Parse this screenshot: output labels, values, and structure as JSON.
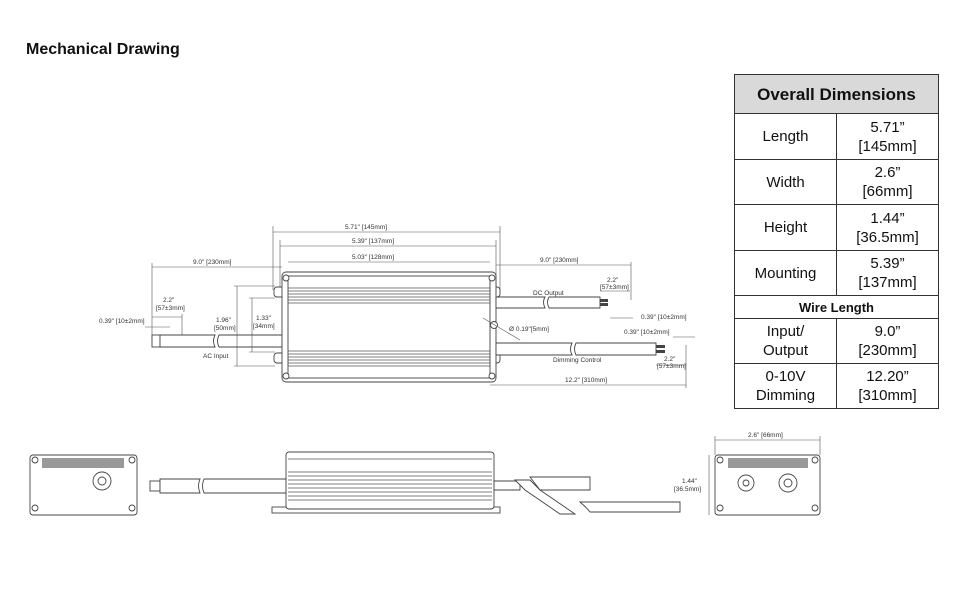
{
  "title": "Mechanical Drawing",
  "table": {
    "header": "Overall Dimensions",
    "rows": [
      {
        "label": "Length",
        "value_in": "5.71”",
        "value_mm": "[145mm]"
      },
      {
        "label": "Width",
        "value_in": "2.6”",
        "value_mm": "[66mm]"
      },
      {
        "label": "Height",
        "value_in": "1.44”",
        "value_mm": "[36.5mm]"
      },
      {
        "label": "Mounting",
        "value_in": "5.39”",
        "value_mm": "[137mm]"
      }
    ],
    "subheader": "Wire Length",
    "wire_rows": [
      {
        "label1": "Input/",
        "label2": "Output",
        "value_in": "9.0”",
        "value_mm": "[230mm]"
      },
      {
        "label1": "0-10V",
        "label2": "Dimming",
        "value_in": "12.20”",
        "value_mm": "[310mm]"
      }
    ]
  },
  "drawing": {
    "overall_length": "5.71\" [145mm]",
    "mounting_length": "5.39\" [137mm]",
    "body_length": "5.03\" [128mm]",
    "ac_wire": "9.0\" [230mm]",
    "dc_wire": "9.0\" [230mm]",
    "strip_in": "2.2\"",
    "strip_mm": "[57±3mm]",
    "strip_end": "0.39\" [10±2mm]",
    "height_total_in": "1.96\"",
    "height_total_mm": "[50mm]",
    "height_mount_in": "1.33\"",
    "height_mount_mm": "[34mm]",
    "ac_input": "AC Input",
    "dc_output": "DC Output",
    "hole": "Ø 0.19\"[5mm]",
    "dimming_control": "Dimming Control",
    "dimming_wire": "12.2\" [310mm]",
    "end_width": "2.6\" [66mm]",
    "end_height_in": "1.44\"",
    "end_height_mm": "[36.5mm]"
  }
}
